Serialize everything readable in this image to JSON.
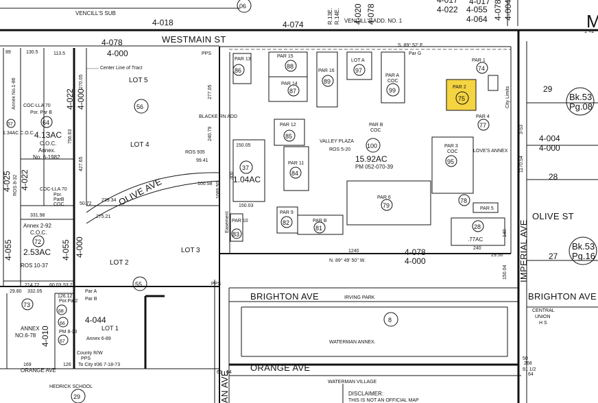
{
  "highlight_color": "#F5D442",
  "top": {
    "book_06": "06",
    "vencill_sub": "VENCILL'S SUB",
    "vencill_add": "VENCILL'S ADD. NO. 1",
    "l4018": "4-018",
    "l4074": "4-074",
    "r13e": "R.13E.",
    "r14e": "R.14E.",
    "l4020": "4-020",
    "l4078": "4-078",
    "l4017": "4-017",
    "l4022": "4-022",
    "l4064": "4-064",
    "l4055": "4-055",
    "l4078b": "4-078",
    "l4004": "4-004",
    "corner_m": "M",
    "corner_scale": "1\"=2"
  },
  "streets": {
    "westmain": "WESTMAIN ST",
    "olive_ave": "OLIVE AVE",
    "olive_st": "OLIVE ST",
    "brighton_ave": "BRIGHTON AVE",
    "brighton_ave_r": "BRIGHTON AVE",
    "orange_ave": "ORANGE AVE",
    "orange_ave_small": "ORANGE AVE",
    "imperial_ave": "IMPERIAL AVE",
    "main_ave": "AN AVE"
  },
  "left": {
    "l4078": "4-078",
    "l4000": "4-000",
    "v89": "89",
    "v1305": "130.5",
    "v1135": "113.5",
    "centerline": "Center Line of Tract",
    "l4022v": "4-022",
    "l4000v": "4-000",
    "annex186": "Annex No.1-86",
    "coc_lla": "COC-LLA 70",
    "par_b": "Por. Par B",
    "c64": "64",
    "p57": "57",
    "ac134": "1.34AC C.O.C.",
    "ac413": "4.13AC",
    "coc": "C.O.C.",
    "annex": "Annex.",
    "annex6": "No. 6-1982",
    "v756": "756.63",
    "v42765": "427.65",
    "v27005": "270.05",
    "l4025": "4-025",
    "ros832": "ROS 8-32",
    "l4022b": "4-022",
    "coc_lla2": "COC-LLA 70",
    "por": "Por.",
    "parb": "ParB",
    "coc2": "COC",
    "v5072": "50.72",
    "v23934": "239.34",
    "v27521": "275.21",
    "v33198": "331.98",
    "annex292": "Annex 2-92",
    "coc3": "C.O.C.",
    "c72": "72",
    "ac253": "2.53AC",
    "ros1037": "ROS 10-37",
    "l4055": "4-055",
    "l4055b": "4-055",
    "l4000c": "4-000",
    "v21472": "214.72",
    "v6003": "60.03",
    "v5327": "53.27",
    "v2980": "29.80",
    "v33205": "332.05",
    "par_a": "Par A",
    "par_b2": "Par B",
    "v12612": "126.12",
    "c73": "73",
    "c68": "68",
    "c66": "66",
    "c67": "67",
    "annex2": "ANNEX",
    "annex678": "NO.6-78",
    "l4010": "4-010",
    "l4044": "4-044",
    "lot1": "LOT 1",
    "annex689": "Annex 6-89",
    "pm833": "PM 8-33",
    "por_par2": "Por.Par2",
    "county_rw": "County R/W",
    "pps": "PPS",
    "to_city": "To City #36 7-18-73",
    "v169": "169",
    "v126": "126",
    "hedrick": "HEDRICK SCHOOL",
    "c29": "29"
  },
  "tract": {
    "lot5": "LOT 5",
    "c56": "56",
    "lot4": "LOT 4",
    "ros935": "ROS 935",
    "v9941": "99.41",
    "v10058": "100.58",
    "lot3": "LOT 3",
    "lot2": "LOT 2",
    "c55": "55",
    "v27705": "277.05",
    "v24079": "240.79",
    "blackf": "BLACKE RN ADD",
    "pps": "PPS",
    "pps2": "PPS"
  },
  "plaza": {
    "par13": "PAR 13",
    "c86": "86",
    "par15": "PAR 15",
    "c88": "88",
    "par14": "PAR 14",
    "c87": "87",
    "par16": "PAR 16",
    "c89": "89",
    "lota": "LOT A",
    "c97": "97",
    "para": "PAR A",
    "para_coc": "COC",
    "c99": "99",
    "par1": "PAR 1",
    "c74": "74",
    "par2": "PAR 2",
    "c75": "75",
    "city_limits": "City Limits",
    "par4": "PAR 4",
    "c77": "77",
    "parg": "Par G",
    "bearing_top": "S. 89° 52' E.",
    "par12": "PAR 12",
    "c85": "85",
    "parb": "PAR B",
    "parb_coc": "COC",
    "valley_plaza": "VALLEY PLAZA",
    "ros520": "ROS 5-20",
    "c100": "100",
    "ac1592": "15.92AC",
    "pm052": "PM 052-070-39",
    "par3": "PAR 3",
    "par3_coc": "COC",
    "c95": "95",
    "loves": "LOVE'S ANNEX",
    "v15005": "150.05",
    "c37": "37",
    "ac104": "1.04AC",
    "v15003": "150.03",
    "v300": "300",
    "v108950": "1089.50",
    "par11": "PAR 11",
    "c84": "84",
    "par6": "PAR 6",
    "c79": "79",
    "c78": "78",
    "par5": "PAR 5",
    "par10": "PAR 10",
    "c83": "83",
    "par9": "PAR 9",
    "c82": "82",
    "parb2": "PAR B",
    "c81": "81",
    "easement": "Easement",
    "c28": "28",
    "ac77": ".77AC",
    "v240": "240",
    "v1240": "1240",
    "v2950": "29.50",
    "v140": "140",
    "v117054": "1170.54",
    "v15004": "150.04",
    "bearing_bot": "N. 89° 49' 50\" W.",
    "l4078": "4-078",
    "l4000": "4-000",
    "l4004": "4-004",
    "l4000b": "4-000",
    "v353": "3-53"
  },
  "right": {
    "bk53_08_a": "Bk.53",
    "bk53_08_b": "Pg.08",
    "bk53_16_a": "Bk.53",
    "bk53_16_b": "Pg.16",
    "n29": "29",
    "n28": "28",
    "n27": "27",
    "central": "CENTRAL",
    "union": "UNION",
    "hs": "H S",
    "v268": "268",
    "v50": "50",
    "v91": "91 1/2",
    "v64": "64"
  },
  "bottom": {
    "irving": "IRVING PARK",
    "c8": "8",
    "waterman_annex": "WATERMAN ANNEX.",
    "waterman_village": "WATERMAN VILLAGE",
    "disclaimer": "DISCLAIMER:",
    "disclaimer2": "THIS IS NOT AN OFFICIAL MAP",
    "v65": "65",
    "v64": "64"
  }
}
